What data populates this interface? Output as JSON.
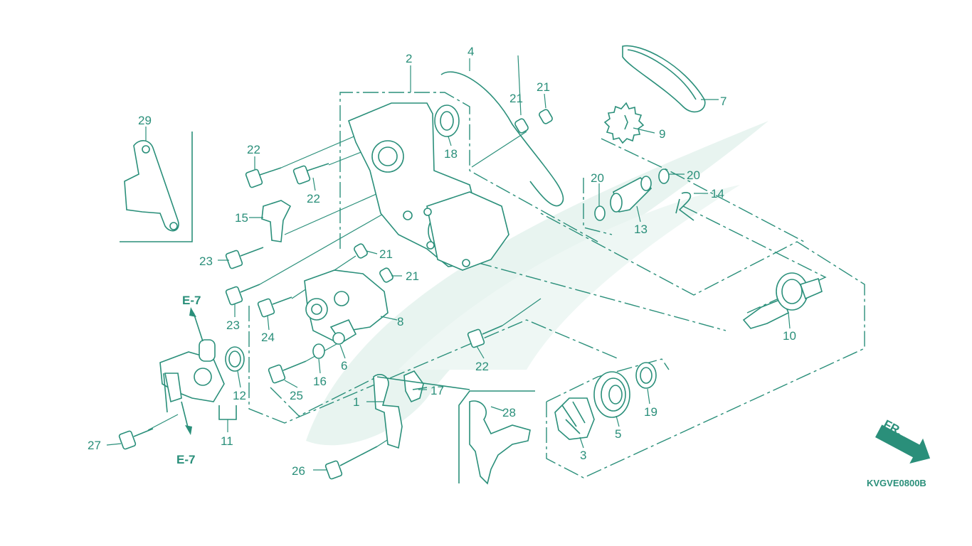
{
  "diagram": {
    "callouts": [
      "1",
      "2",
      "3",
      "4",
      "5",
      "6",
      "7",
      "8",
      "9",
      "10",
      "11",
      "12",
      "13",
      "14",
      "15",
      "16",
      "17",
      "18",
      "19",
      "20",
      "20",
      "21",
      "21",
      "21",
      "21",
      "22",
      "22",
      "22",
      "23",
      "23",
      "24",
      "25",
      "26",
      "27",
      "28",
      "29"
    ],
    "references": {
      "top": "E-7",
      "bottom": "E-7"
    },
    "direction_label": "FR.",
    "diagram_code": "KVGVE0800B",
    "colors": {
      "line": "#2a8f7a",
      "watermark": "#e4f2ee",
      "background": "#ffffff"
    }
  }
}
